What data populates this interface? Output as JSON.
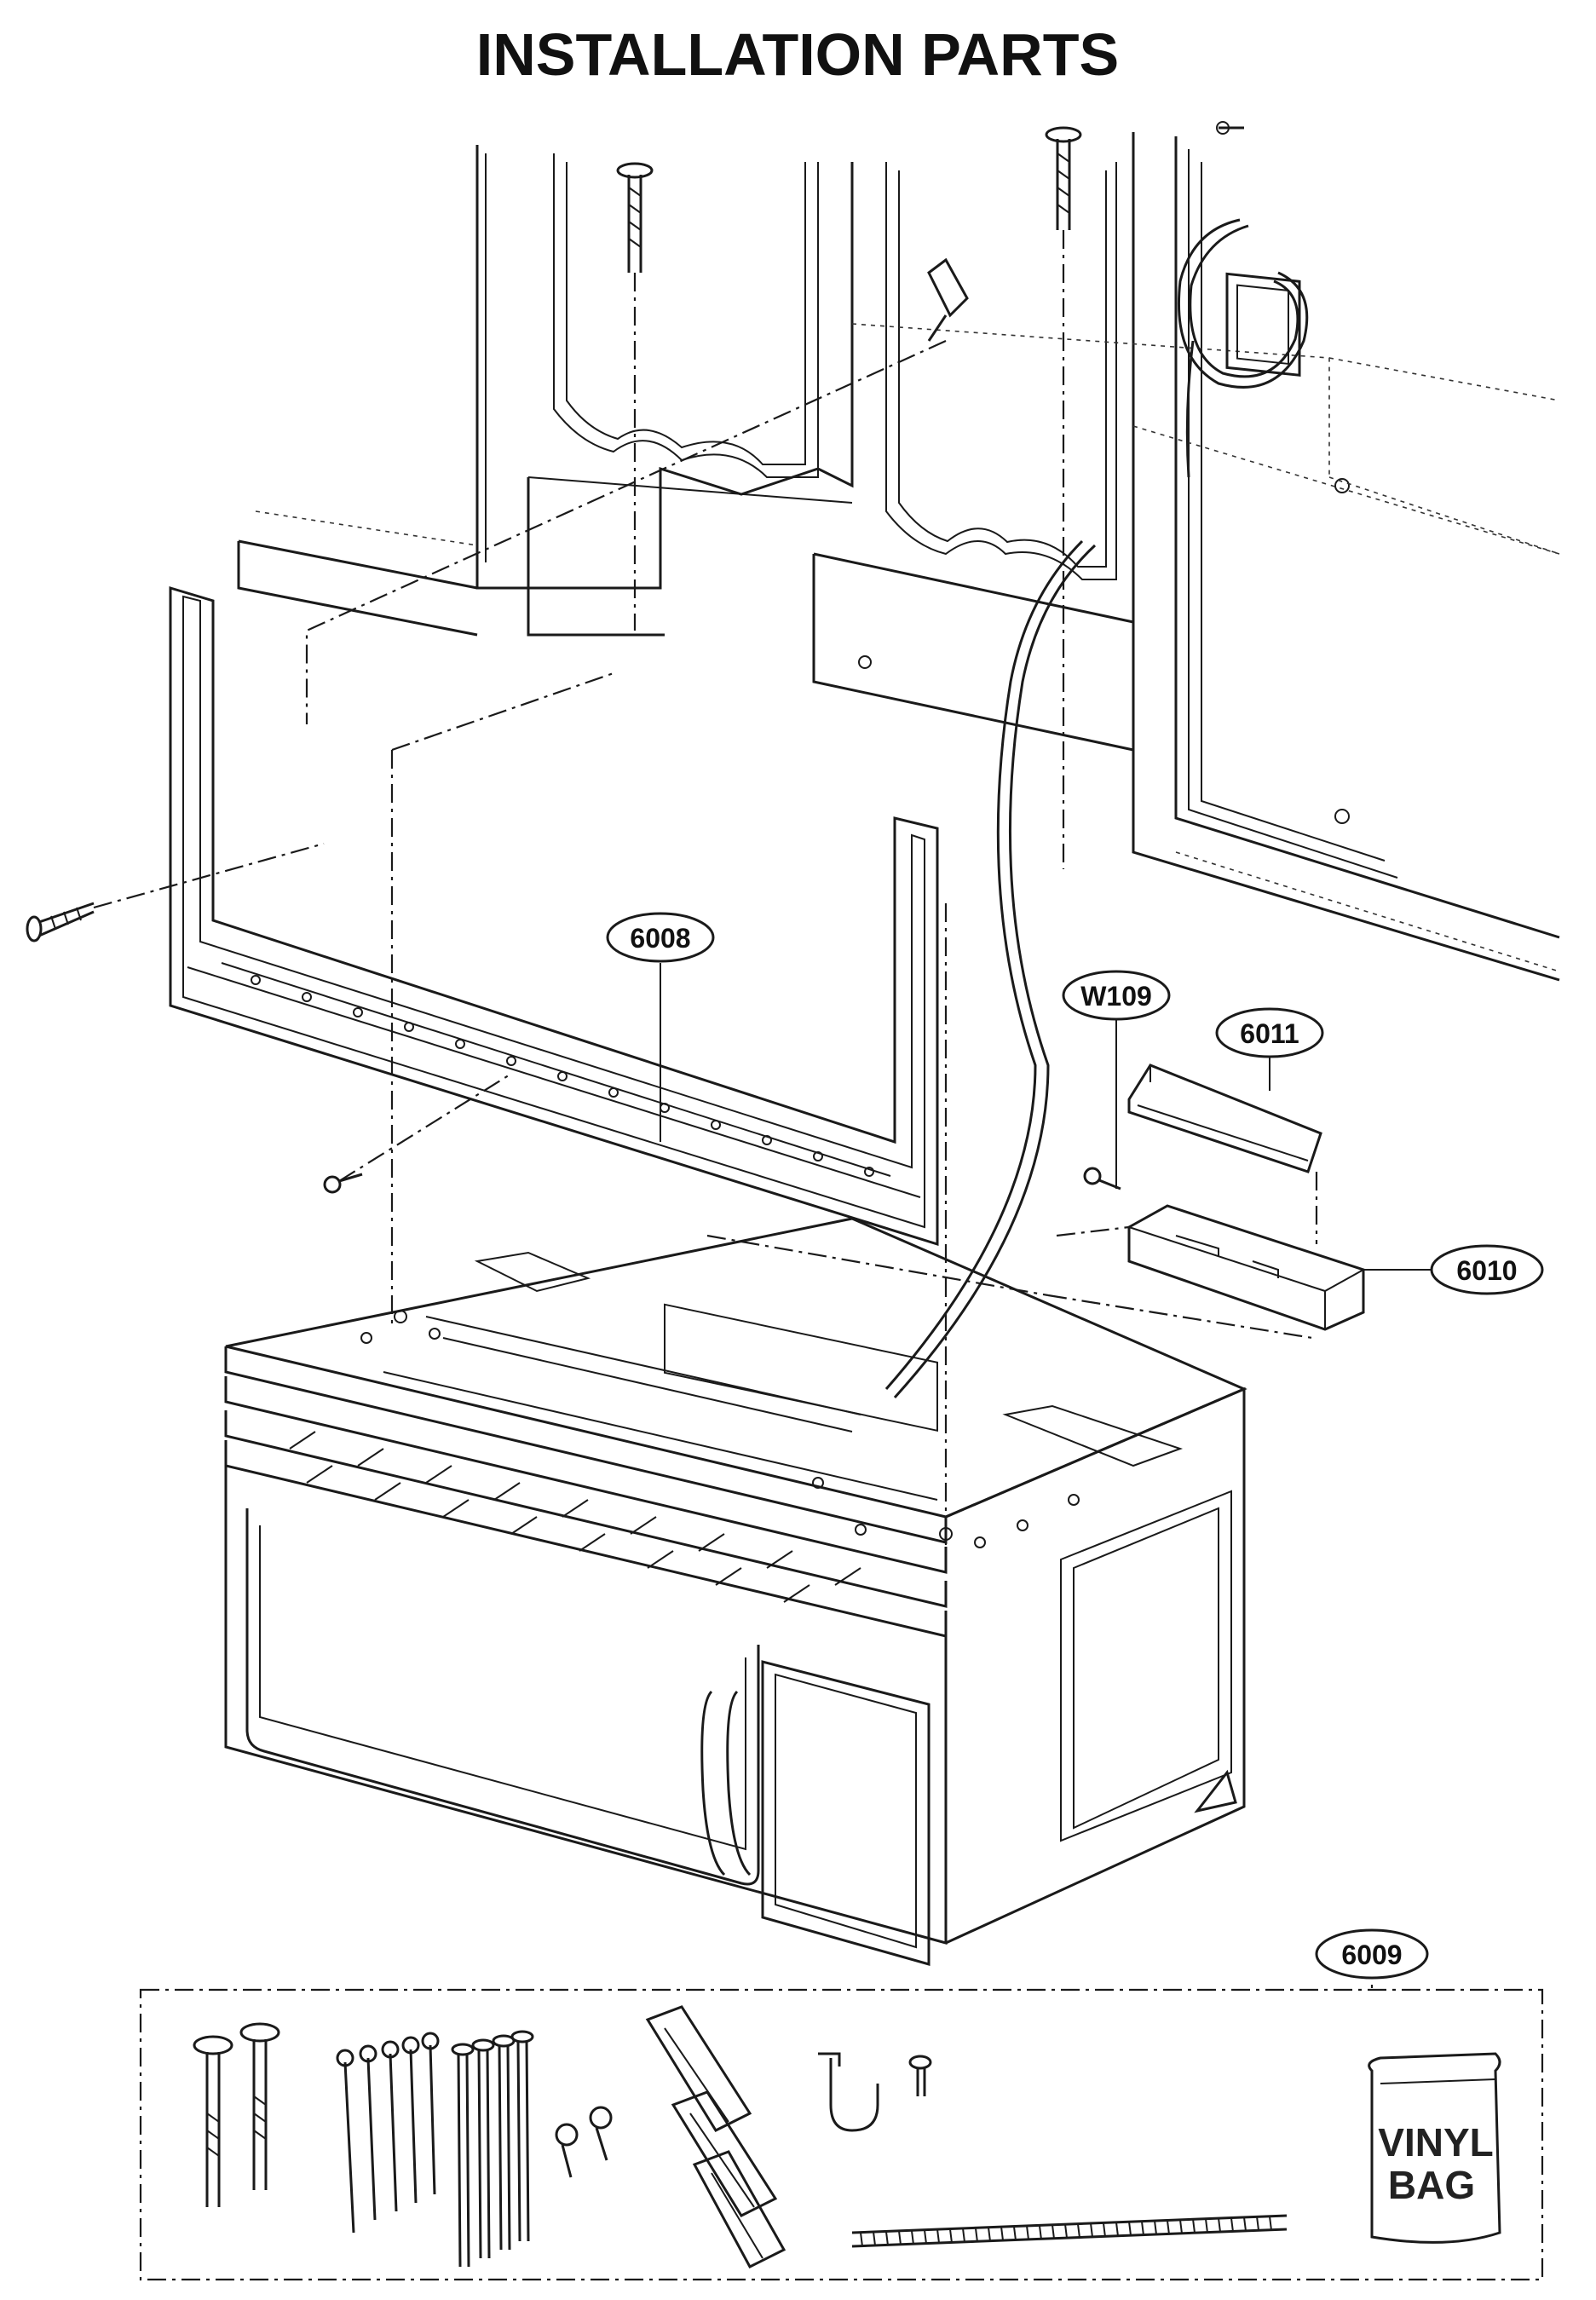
{
  "title": "INSTALLATION PARTS",
  "callouts": {
    "mounting_plate": "6008",
    "cord_cover": "6011",
    "wire_bracket": "W109",
    "top_cabinet_duct": "6010",
    "parts_kit": "6009"
  },
  "vinyl_bag": {
    "line1": "VINYL",
    "line2": "BAG"
  }
}
